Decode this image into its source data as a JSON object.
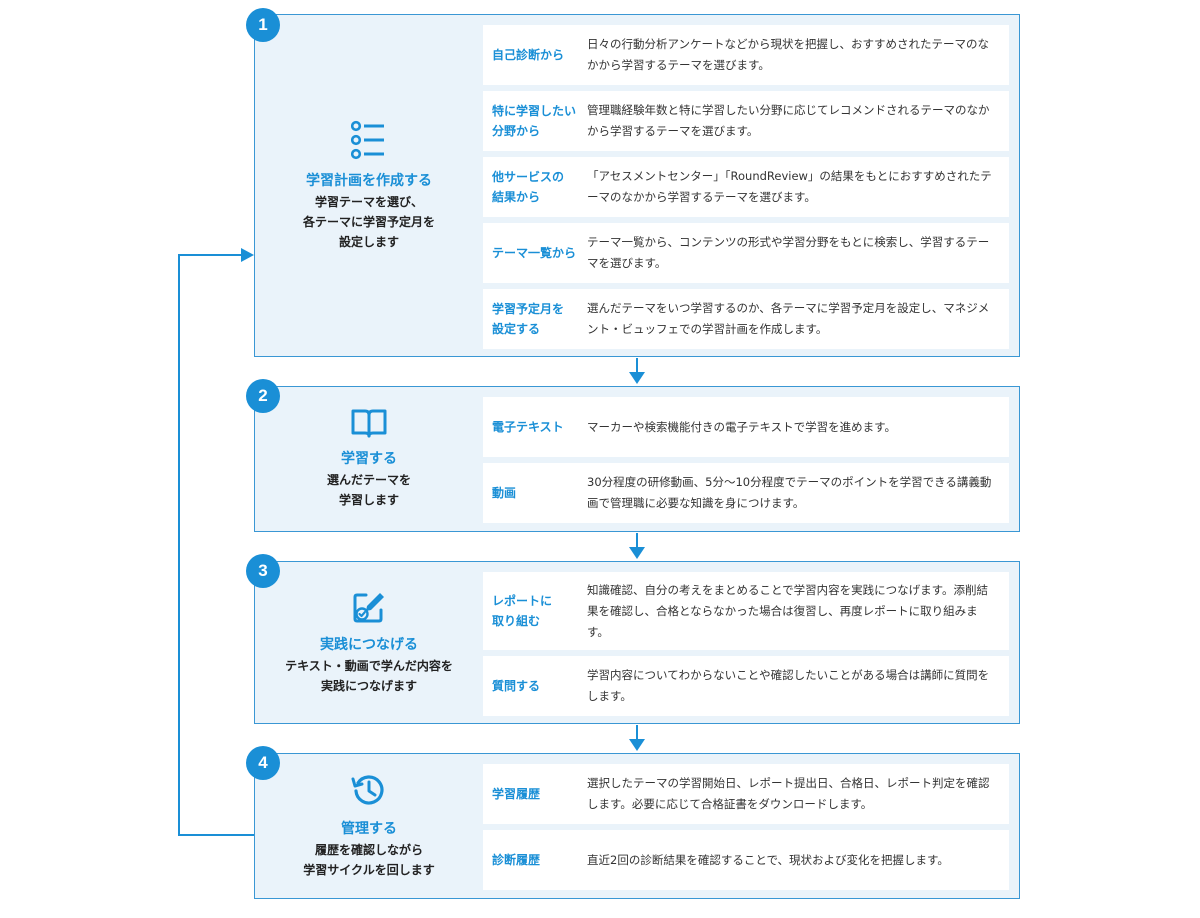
{
  "steps": [
    {
      "number": "1",
      "title": "学習計画を作成する",
      "desc": "学習テーマを選び、\n各テーマに学習予定月を\n設定します",
      "icon": "list-icon",
      "rows": [
        {
          "label": "自己診断から",
          "text": "日々の行動分析アンケートなどから現状を把握し、おすすめされたテーマのなかから学習するテーマを選びます。"
        },
        {
          "label": "特に学習したい\n分野から",
          "text": "管理職経験年数と特に学習したい分野に応じてレコメンドされるテーマのなかから学習するテーマを選びます。"
        },
        {
          "label": "他サービスの\n結果から",
          "text": "「アセスメントセンター」「RoundReview」の結果をもとにおすすめされたテーマのなかから学習するテーマを選びます。"
        },
        {
          "label": "テーマ一覧から",
          "text": "テーマ一覧から、コンテンツの形式や学習分野をもとに検索し、学習するテーマを選びます。"
        },
        {
          "label": "学習予定月を\n設定する",
          "text": "選んだテーマをいつ学習するのか、各テーマに学習予定月を設定し、マネジメント・ビュッフェでの学習計画を作成します。"
        }
      ]
    },
    {
      "number": "2",
      "title": "学習する",
      "desc": "選んだテーマを\n学習します",
      "icon": "book-icon",
      "rows": [
        {
          "label": "電子テキスト",
          "text": "マーカーや検索機能付きの電子テキストで学習を進めます。"
        },
        {
          "label": "動画",
          "text": "30分程度の研修動画、5分～10分程度でテーマのポイントを学習できる講義動画で管理職に必要な知識を身につけます。"
        }
      ]
    },
    {
      "number": "3",
      "title": "実践につなげる",
      "desc": "テキスト・動画で学んだ内容を\n実践につなげます",
      "icon": "edit-check-icon",
      "rows": [
        {
          "label": "レポートに\n取り組む",
          "text": "知識確認、自分の考えをまとめることで学習内容を実践につなげます。添削結果を確認し、合格とならなかった場合は復習し、再度レポートに取り組みます。"
        },
        {
          "label": "質問する",
          "text": "学習内容についてわからないことや確認したいことがある場合は講師に質問をします。"
        }
      ]
    },
    {
      "number": "4",
      "title": "管理する",
      "desc": "履歴を確認しながら\n学習サイクルを回します",
      "icon": "history-icon",
      "rows": [
        {
          "label": "学習履歴",
          "text": "選択したテーマの学習開始日、レポート提出日、合格日、レポート判定を確認します。必要に応じて合格証書をダウンロードします。"
        },
        {
          "label": "診断履歴",
          "text": "直近2回の診断結果を確認することで、現状および変化を把握します。"
        }
      ]
    }
  ],
  "colors": {
    "accent": "#1a8fd6",
    "panel": "#eaf3fa",
    "border": "#3a97d4"
  }
}
